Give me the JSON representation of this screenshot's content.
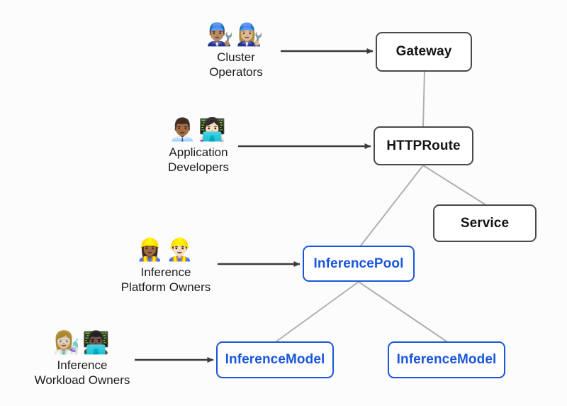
{
  "diagram": {
    "title": "Gateway API Inference Extension resource model",
    "background_color": "#fcfcfc",
    "accent_blue": "#1a56db",
    "node_border_dark": "#4a4a4a",
    "edge_color": "#b0b0b0",
    "arrow_color": "#3a3a3a"
  },
  "nodes": [
    {
      "id": "gateway",
      "label": "Gateway",
      "style": "dark"
    },
    {
      "id": "httproute",
      "label": "HTTPRoute",
      "style": "dark"
    },
    {
      "id": "service",
      "label": "Service",
      "style": "dark"
    },
    {
      "id": "inferencepool",
      "label": "InferencePool",
      "style": "blue"
    },
    {
      "id": "inferencemodel1",
      "label": "InferenceModel",
      "style": "blue"
    },
    {
      "id": "inferencemodel2",
      "label": "InferenceModel",
      "style": "blue"
    }
  ],
  "actors": [
    {
      "id": "cluster-operators",
      "emoji": "👨🏽‍🔧👩🏼‍🔧",
      "emoji_names": [
        "man-mechanic-icon",
        "woman-mechanic-icon"
      ],
      "label": "Cluster\nOperators",
      "targets_node": "gateway"
    },
    {
      "id": "application-developers",
      "emoji": "👨🏾‍💼👩🏻‍💻",
      "emoji_names": [
        "man-office-worker-icon",
        "woman-technologist-icon"
      ],
      "label": "Application\nDevelopers",
      "targets_node": "httproute"
    },
    {
      "id": "inference-platform-owners",
      "emoji": "👷🏾‍♀️👷🏻‍♂️",
      "emoji_names": [
        "woman-construction-worker-icon",
        "man-construction-worker-icon"
      ],
      "label": "Inference\nPlatform Owners",
      "targets_node": "inferencepool"
    },
    {
      "id": "inference-workload-owners",
      "emoji": "👩🏼‍🔬👨🏿‍💻",
      "emoji_names": [
        "woman-scientist-icon",
        "man-technologist-icon"
      ],
      "label": "Inference\nWorkload Owners",
      "targets_node": "inferencemodel1"
    }
  ],
  "edges": [
    {
      "from": "gateway",
      "to": "httproute",
      "kind": "link"
    },
    {
      "from": "httproute",
      "to": "inferencepool",
      "kind": "link"
    },
    {
      "from": "httproute",
      "to": "service",
      "kind": "link"
    },
    {
      "from": "inferencepool",
      "to": "inferencemodel1",
      "kind": "link"
    },
    {
      "from": "inferencepool",
      "to": "inferencemodel2",
      "kind": "link"
    }
  ],
  "arrows": [
    {
      "from": "cluster-operators",
      "to": "gateway"
    },
    {
      "from": "application-developers",
      "to": "httproute"
    },
    {
      "from": "inference-platform-owners",
      "to": "inferencepool"
    },
    {
      "from": "inference-workload-owners",
      "to": "inferencemodel1"
    }
  ]
}
